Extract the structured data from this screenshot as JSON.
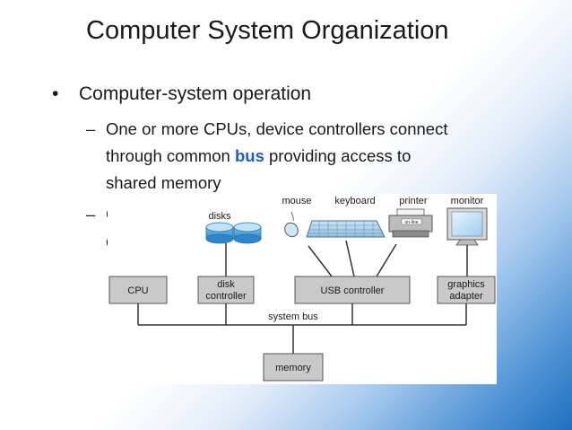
{
  "slide": {
    "title": "Computer System Organization",
    "bullet_marker": "•",
    "bullet": "Computer-system operation",
    "dash": "–",
    "sub1": {
      "line1": "One or more CPUs, device controllers connect",
      "line2_before": "through common ",
      "line2_accent": "bus",
      "line2_after": " providing access to",
      "line3": "shared memory"
    },
    "sub2": {
      "line1_partial": "C",
      "line2_partial": "c"
    },
    "accent_color": "#1f5fbf"
  },
  "diagram": {
    "nodes": {
      "cpu": "CPU",
      "disk_controller_line1": "disk",
      "disk_controller_line2": "controller",
      "usb_controller": "USB controller",
      "graphics_adapter_line1": "graphics",
      "graphics_adapter_line2": "adapter",
      "memory": "memory"
    },
    "bus_label": "system bus",
    "devices": {
      "disks": "disks",
      "mouse": "mouse",
      "keyboard": "keyboard",
      "printer": "printer",
      "printer_panel": "on-line",
      "monitor": "monitor"
    }
  }
}
